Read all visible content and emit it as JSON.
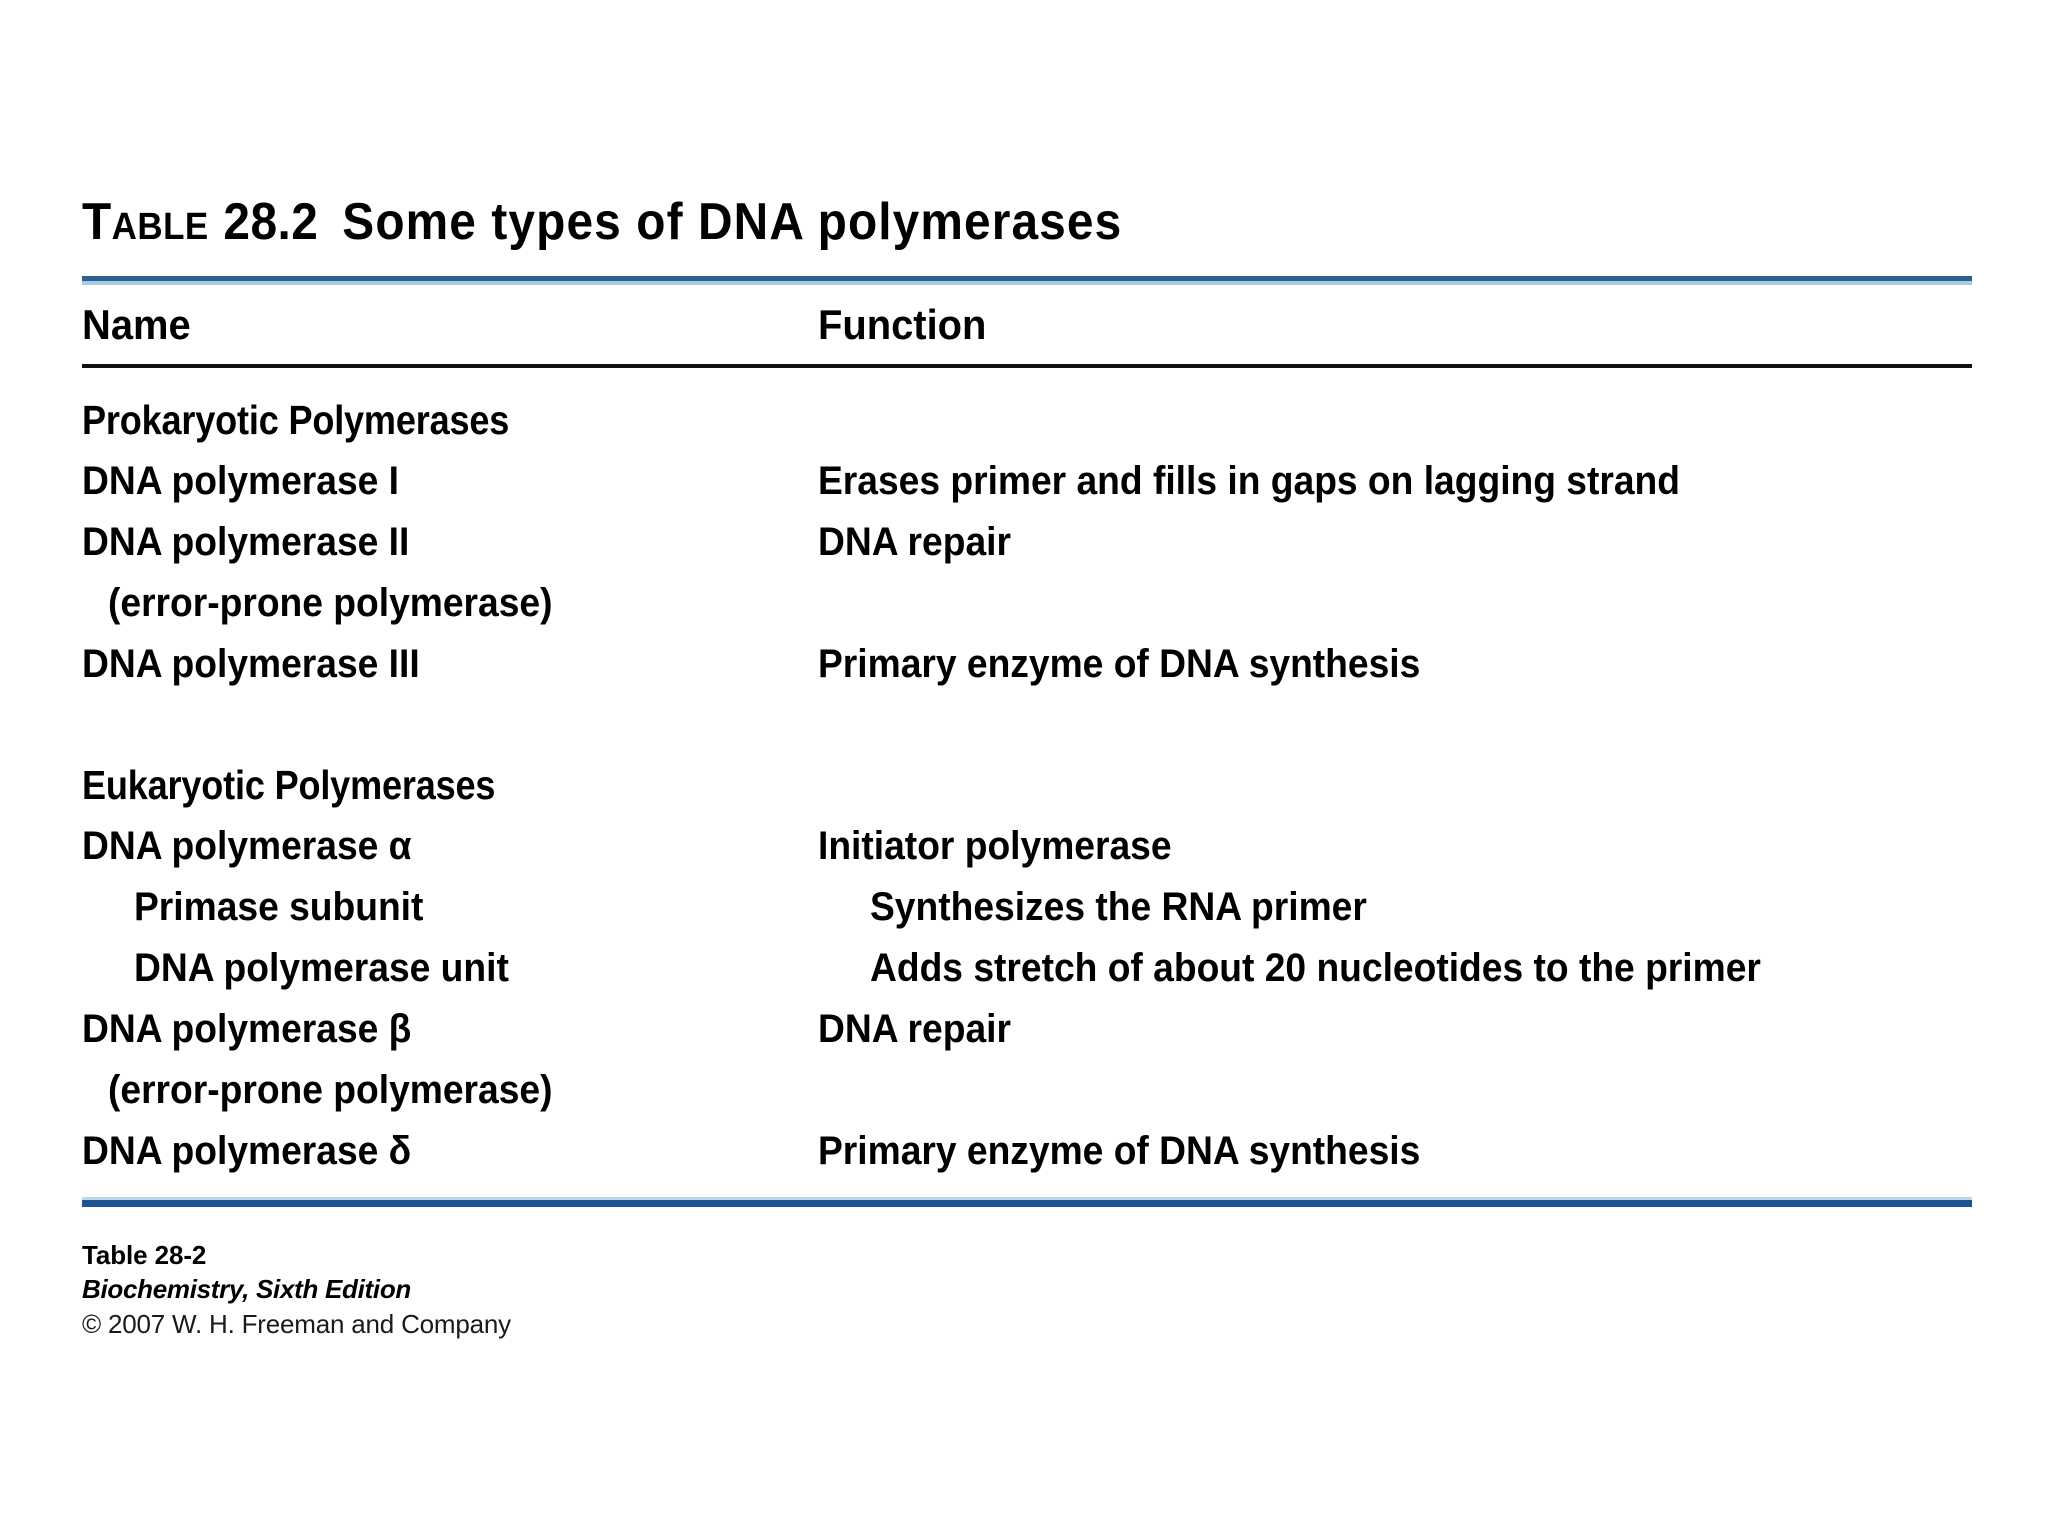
{
  "title": {
    "label_first": "T",
    "label_rest": "ABLE",
    "number": "28.2",
    "text": "Some types of DNA polymerases",
    "full": "TABLE 28.2  Some types of DNA polymerases"
  },
  "colors": {
    "rule_top": "#2b5f92",
    "rule_top_tint": "#a9cbe4",
    "rule_header": "#111111",
    "rule_bottom": "#1c5291",
    "rule_bottom_tint": "#bcd8ec",
    "text": "#000000",
    "background": "#ffffff"
  },
  "table": {
    "headers": {
      "name": "Name",
      "function": "Function"
    },
    "sections": [
      {
        "heading": "Prokaryotic Polymerases",
        "rows": [
          {
            "name": "DNA polymerase I",
            "function": "Erases primer and fills in gaps on lagging strand",
            "indent": 0,
            "func_indent": 0
          },
          {
            "name": "DNA polymerase II",
            "function": "DNA repair",
            "indent": 0,
            "func_indent": 0
          },
          {
            "name": "(error-prone polymerase)",
            "function": "",
            "indent": 1,
            "func_indent": 0
          },
          {
            "name": "DNA polymerase III",
            "function": "Primary enzyme of DNA synthesis",
            "indent": 0,
            "func_indent": 0
          }
        ]
      },
      {
        "heading": "Eukaryotic Polymerases",
        "rows": [
          {
            "name": "DNA polymerase α",
            "function": "Initiator polymerase",
            "indent": 0,
            "func_indent": 0
          },
          {
            "name": "Primase subunit",
            "function": "Synthesizes the RNA primer",
            "indent": 2,
            "func_indent": 1
          },
          {
            "name": "DNA polymerase unit",
            "function": "Adds stretch of about 20 nucleotides to the primer",
            "indent": 2,
            "func_indent": 1
          },
          {
            "name": "DNA polymerase β",
            "function": "DNA repair",
            "indent": 0,
            "func_indent": 0
          },
          {
            "name": "(error-prone polymerase)",
            "function": "",
            "indent": 1,
            "func_indent": 0
          },
          {
            "name": "DNA polymerase δ",
            "function": "Primary enzyme of DNA synthesis",
            "indent": 0,
            "func_indent": 0
          }
        ]
      }
    ]
  },
  "credit": {
    "table_number": "Table 28-2",
    "book": "Biochemistry, Sixth Edition",
    "copyright": "© 2007 W. H. Freeman and Company"
  }
}
